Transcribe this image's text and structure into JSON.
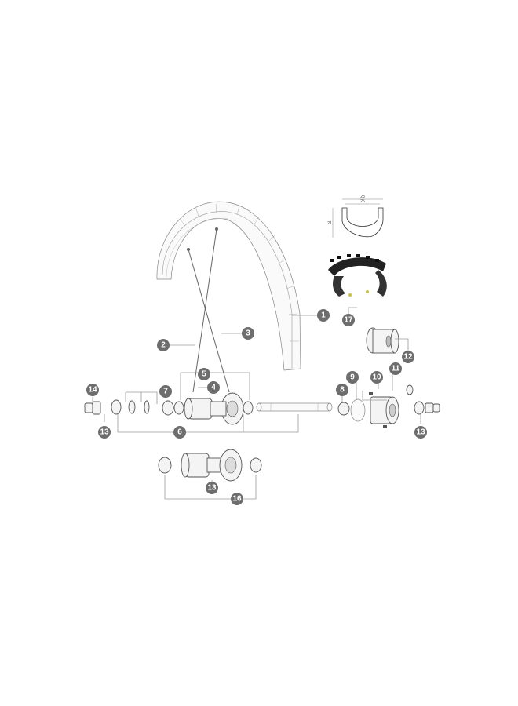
{
  "callouts": {
    "c1": "1",
    "c2": "2",
    "c3": "3",
    "c4": "4",
    "c5": "5",
    "c6": "6",
    "c7": "7",
    "c8": "8",
    "c9": "9",
    "c10": "10",
    "c11": "11",
    "c12": "12",
    "c13a": "13",
    "c13b": "13",
    "c13c": "13",
    "c14": "14",
    "c16": "16",
    "c17": "17"
  },
  "rim_profile": {
    "outer_width": "28",
    "inner_width": "25",
    "height": "21"
  },
  "colors": {
    "callout_fill": "#6d6d6d",
    "callout_text": "#ffffff",
    "lines": "#9a9a9a"
  }
}
